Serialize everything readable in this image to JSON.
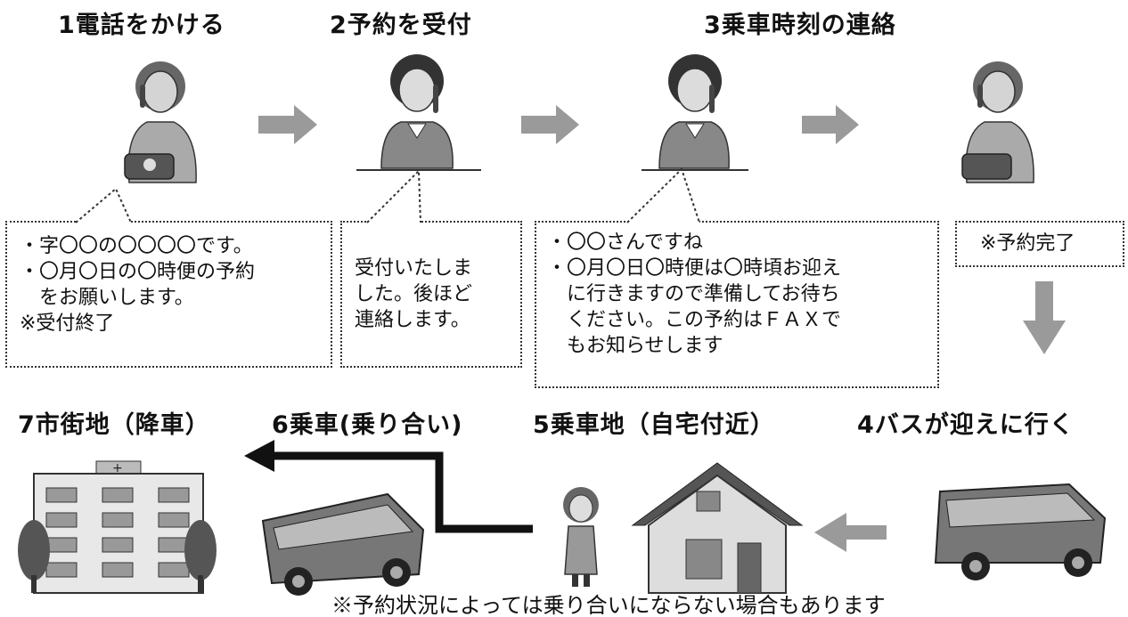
{
  "steps": {
    "s1": "1電話をかける",
    "s2": "2予約を受付",
    "s3": "3乗車時刻の連絡",
    "s4": "4バスが迎えに行く",
    "s5": "5乗車地（自宅付近）",
    "s6": "6乗車(乗り合い)",
    "s7": "7市街地（降車）"
  },
  "bubbles": {
    "b1": "・字〇〇の〇〇〇〇です。\n・〇月〇日の〇時便の予約\n　をお願いします。\n※受付終了",
    "b2": "受付いたしま\nした。後ほど\n連絡します。",
    "b3": "・〇〇さんですね\n・〇月〇日〇時便は〇時頃お迎え\n　に行きますので準備してお待ち\n　ください。この予約はＦＡＸで\n　もお知らせします",
    "b4": "※予約完了"
  },
  "note": "※予約状況によっては乗り合いにならない場合もあります",
  "colors": {
    "arrow": "#9a9a9a",
    "text": "#111111",
    "route": "#111111"
  }
}
